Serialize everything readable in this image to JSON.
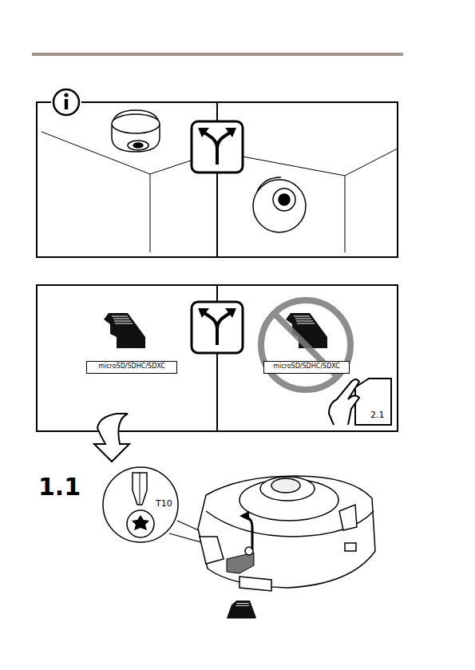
{
  "diagram": {
    "nodes": [
      {
        "text": [
          "microSD/SDHC/SDXC"
        ]
      },
      {
        "text": [
          "microSD/SDHC/SDXC"
        ]
      }
    ],
    "labels": [
      "2.1",
      "1.1",
      "T10"
    ]
  }
}
